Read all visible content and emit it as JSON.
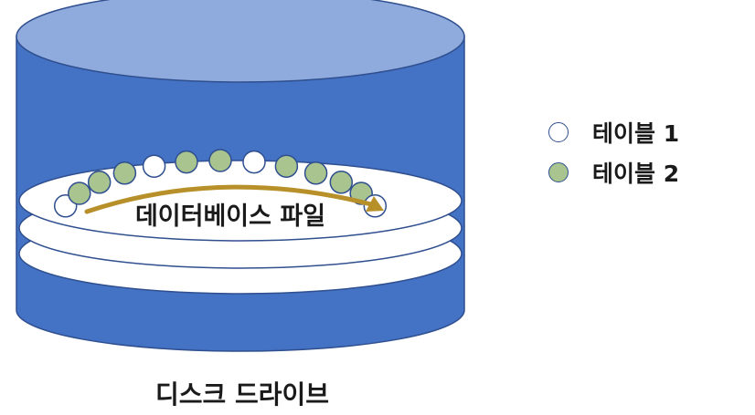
{
  "diagram": {
    "file_label": "데이터베이스 파일",
    "drive_label": "디스크 드라이브"
  },
  "legend": [
    {
      "label": "테이블 1",
      "color": "#ffffff"
    },
    {
      "label": "테이블 2",
      "color": "#a9c48e"
    }
  ],
  "records": [
    "t1",
    "t2",
    "t2",
    "t2",
    "t1",
    "t2",
    "t2",
    "t1",
    "t2",
    "t2",
    "t2",
    "t2",
    "t1"
  ],
  "colors": {
    "cylinder_body": "#4472c4",
    "cylinder_top": "#8faadc",
    "outline": "#2f4f8f",
    "platter": "#ffffff",
    "arrow": "#b8902a"
  }
}
